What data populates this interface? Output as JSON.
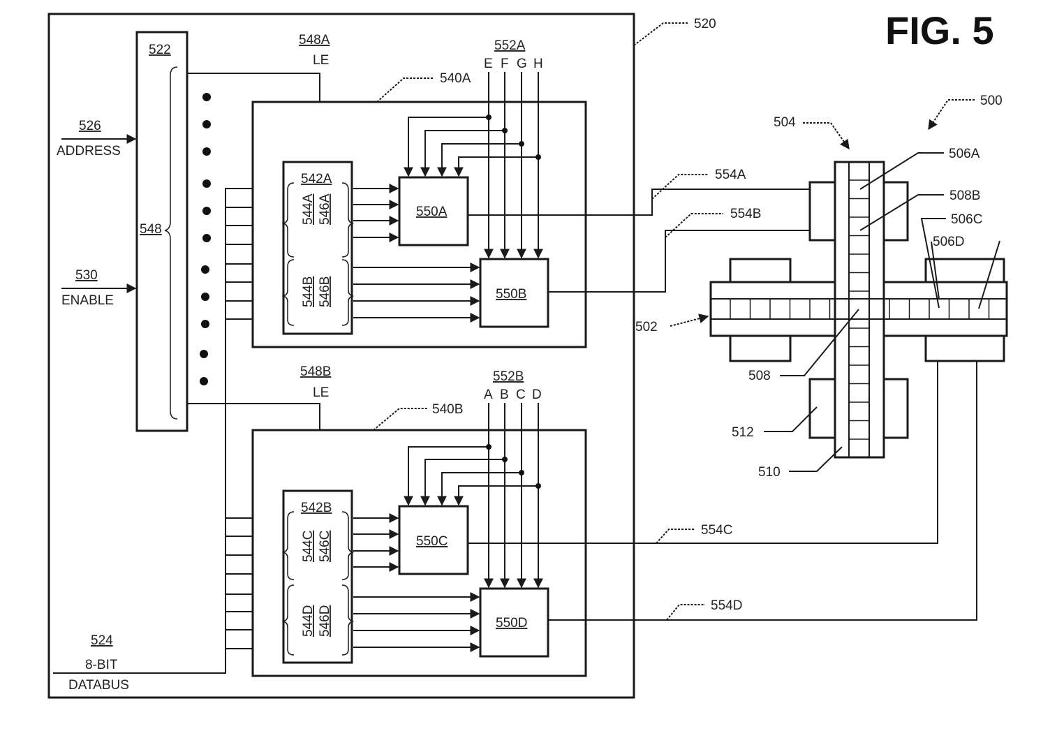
{
  "figure": {
    "title": "FIG. 5",
    "labels": {
      "r520": "520",
      "r522": "522",
      "r526": "526",
      "address": "ADDRESS",
      "r548": "548",
      "r530": "530",
      "enable": "ENABLE",
      "r524": "524",
      "bit8": "8-BIT",
      "databus": "DATABUS",
      "r548a": "548A",
      "le_a": "LE",
      "r548b": "548B",
      "le_b": "LE",
      "r540a": "540A",
      "r540b": "540B",
      "r552a": "552A",
      "r552b": "552B",
      "e": "E",
      "f": "F",
      "g": "G",
      "h": "H",
      "a": "A",
      "b": "B",
      "c": "C",
      "d": "D",
      "r542a": "542A",
      "r544a": "544A",
      "r546a": "546A",
      "r544b": "544B",
      "r546b": "546B",
      "r542b": "542B",
      "r544c": "544C",
      "r546c": "546C",
      "r544d": "544D",
      "r546d": "546D",
      "r550a": "550A",
      "r550b": "550B",
      "r550c": "550C",
      "r550d": "550D",
      "r554a": "554A",
      "r554b": "554B",
      "r554c": "554C",
      "r554d": "554D",
      "r500": "500",
      "r504": "504",
      "r506a": "506A",
      "r508b": "508B",
      "r506c": "506C",
      "r506d": "506D",
      "r502": "502",
      "r508": "508",
      "r512": "512",
      "r510": "510"
    }
  }
}
